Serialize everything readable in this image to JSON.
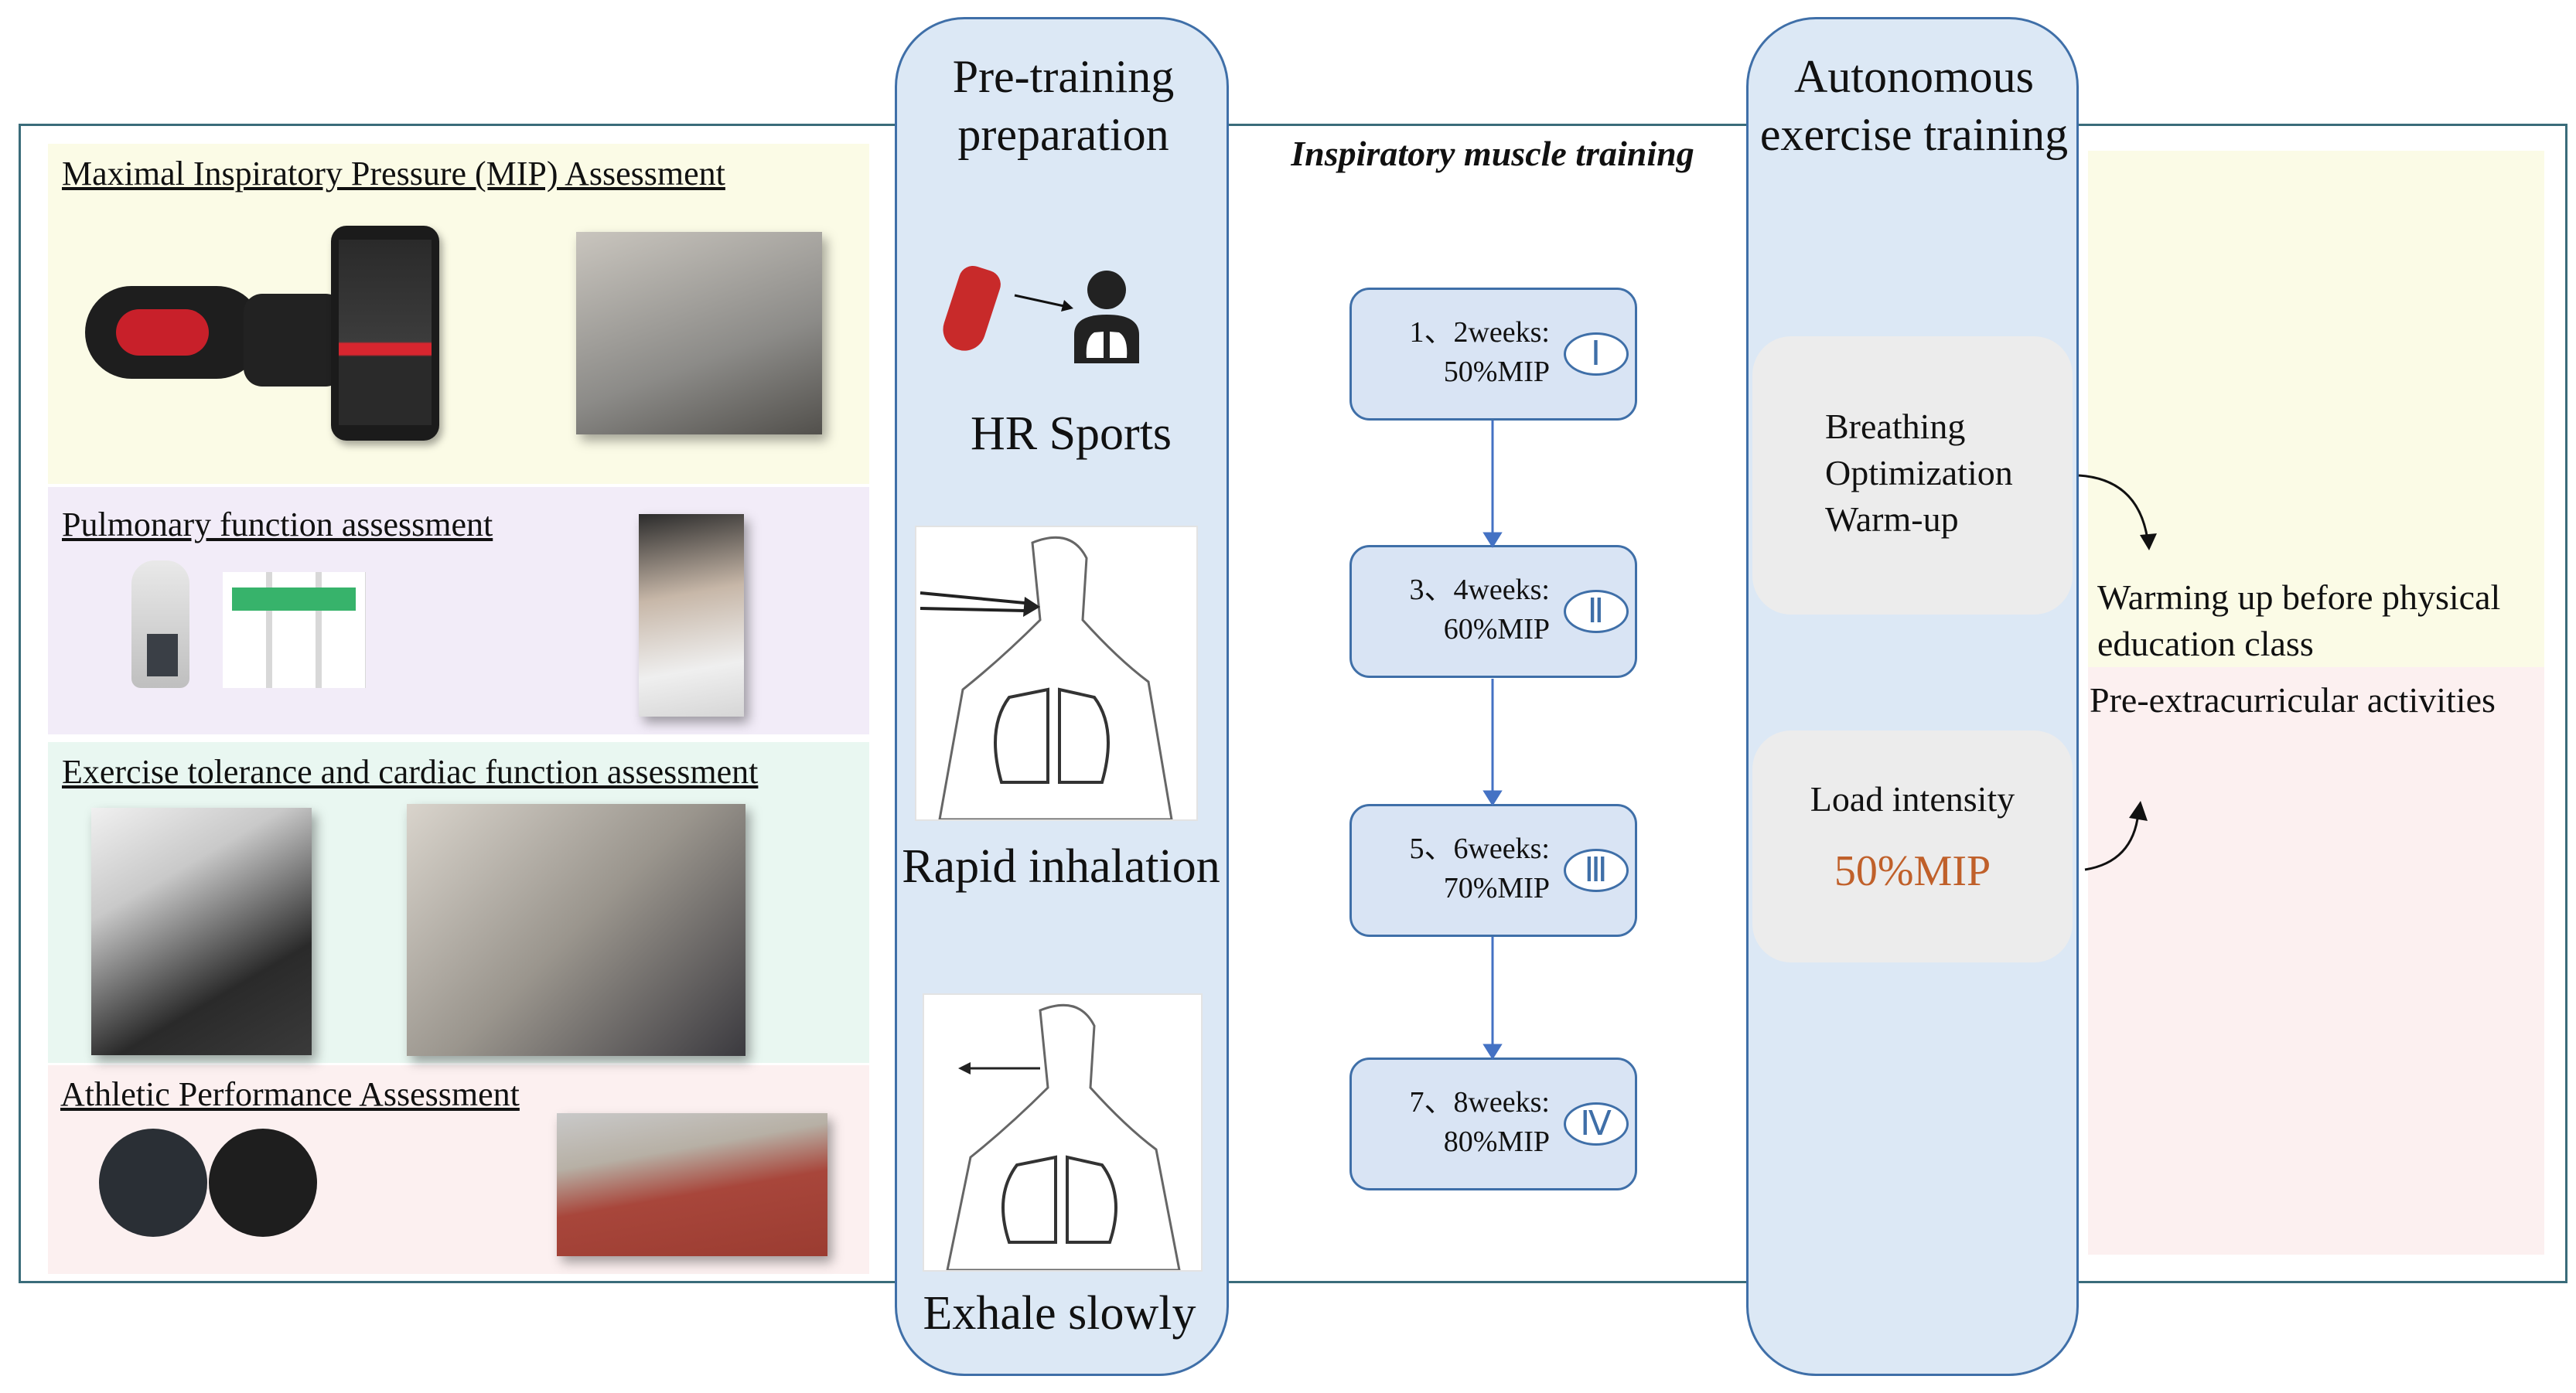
{
  "assessment": {
    "mip": {
      "title": "Maximal Inspiratory Pressure (MIP) Assessment"
    },
    "pulmonary": {
      "title": "Pulmonary function assessment"
    },
    "exercise": {
      "title": "Exercise tolerance and cardiac function assessment"
    },
    "athletic": {
      "title": "Athletic Performance Assessment"
    }
  },
  "pretraining": {
    "title": "Pre-training preparation",
    "hr_label": "HR Sports",
    "rapid_label": "Rapid inhalation",
    "exhale_label": "Exhale slowly"
  },
  "imt": {
    "title": "Inspiratory muscle training",
    "steps": [
      {
        "weeks": "1、2weeks:",
        "load": "50%MIP",
        "phase": "Ⅰ"
      },
      {
        "weeks": "3、4weeks:",
        "load": "60%MIP",
        "phase": "Ⅱ"
      },
      {
        "weeks": "5、6weeks:",
        "load": "70%MIP",
        "phase": "Ⅲ"
      },
      {
        "weeks": "7、8weeks:",
        "load": "80%MIP",
        "phase": "Ⅳ"
      }
    ]
  },
  "autonomous": {
    "title": "Autonomous exercise training",
    "breathing": [
      "Breathing",
      "Optimization",
      "Warm-up"
    ],
    "load_label": "Load intensity",
    "load_value": "50%MIP"
  },
  "right": {
    "warmup": "Warming up before physical education class",
    "extracurricular": "Pre-extracurricular activities"
  },
  "colors": {
    "frame": "#3a6c7a",
    "column": "#dce8f5",
    "accent_orange": "#c0602a",
    "arrow_blue": "#4472c4"
  }
}
